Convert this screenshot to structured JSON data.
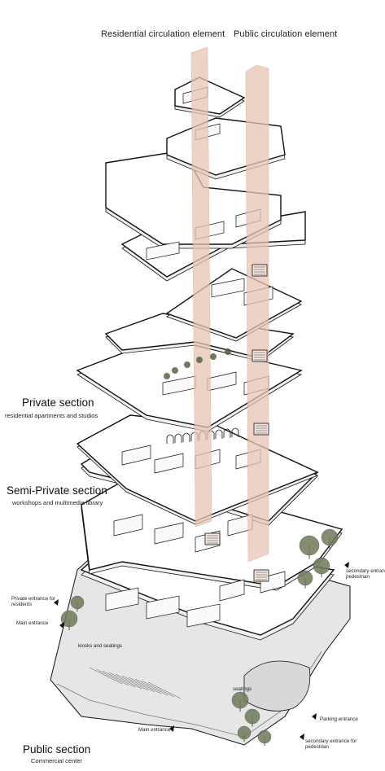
{
  "headers": {
    "residential_circulation": "Residential circulation element",
    "public_circulation": "Public circulation element"
  },
  "sections": {
    "private": {
      "title": "Private section",
      "subtitle": "residential apartments and studios"
    },
    "semi_private": {
      "title": "Semi-Private section",
      "subtitle": "workshops and multimedia library"
    },
    "public": {
      "title": "Public section",
      "subtitle": "Commercial center"
    }
  },
  "annotations": {
    "private_entrance": "Private entrance for\nresidents",
    "main_entrance_left": "Main entrance",
    "kiosks": "kiosks and seatings",
    "seatings": "seatings",
    "main_entrance_bottom": "Main entrance",
    "parking_entrance": "Parking entrance",
    "secondary_entrance_bottom": "secondary entrance for\npedestrian",
    "secondary_entrance_right": "secondary entrance for\npedestrian"
  },
  "colors": {
    "circulation_fill": "#e8c4b4",
    "circulation_edge": "#d9a893",
    "slab_fill": "#ffffff",
    "line": "#111111",
    "vegetation": "#4a5a3a"
  }
}
